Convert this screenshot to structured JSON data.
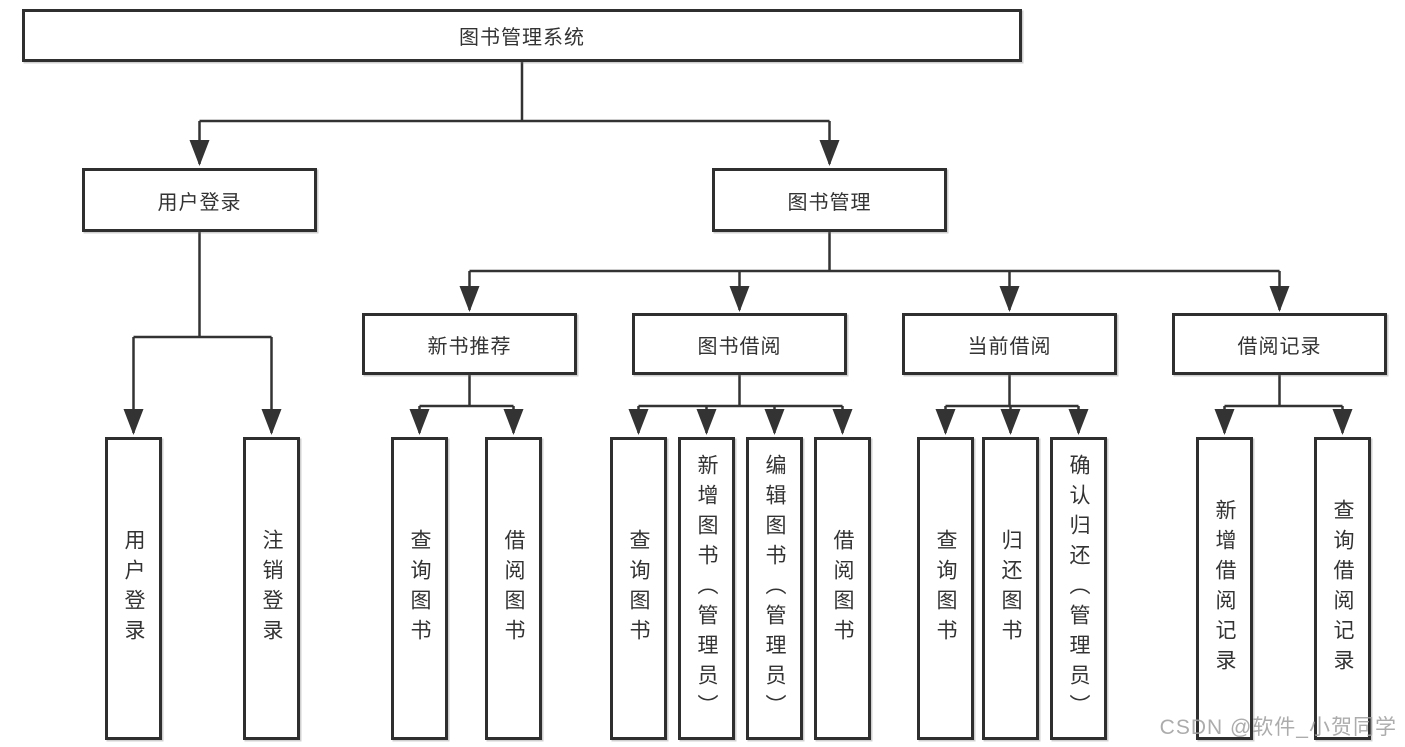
{
  "colors": {
    "line": "#333333",
    "box_border": "#2f2f2f",
    "text": "#333333",
    "watermark": "#a0a0a0",
    "background": "#ffffff"
  },
  "tree": {
    "root": "图书管理系统",
    "children": [
      {
        "label": "用户登录",
        "leaves": [
          "用户登录",
          "注销登录"
        ]
      },
      {
        "label": "图书管理",
        "children": [
          {
            "label": "新书推荐",
            "leaves": [
              "查询图书",
              "借阅图书"
            ]
          },
          {
            "label": "图书借阅",
            "leaves": [
              "查询图书",
              "新增图书（管理员）",
              "编辑图书（管理员）",
              "借阅图书"
            ]
          },
          {
            "label": "当前借阅",
            "leaves": [
              "查询图书",
              "归还图书",
              "确认归还（管理员）"
            ]
          },
          {
            "label": "借阅记录",
            "leaves": [
              "新增借阅记录",
              "查询借阅记录"
            ]
          }
        ]
      }
    ]
  },
  "watermark": "CSDN @软件_小贺同学"
}
